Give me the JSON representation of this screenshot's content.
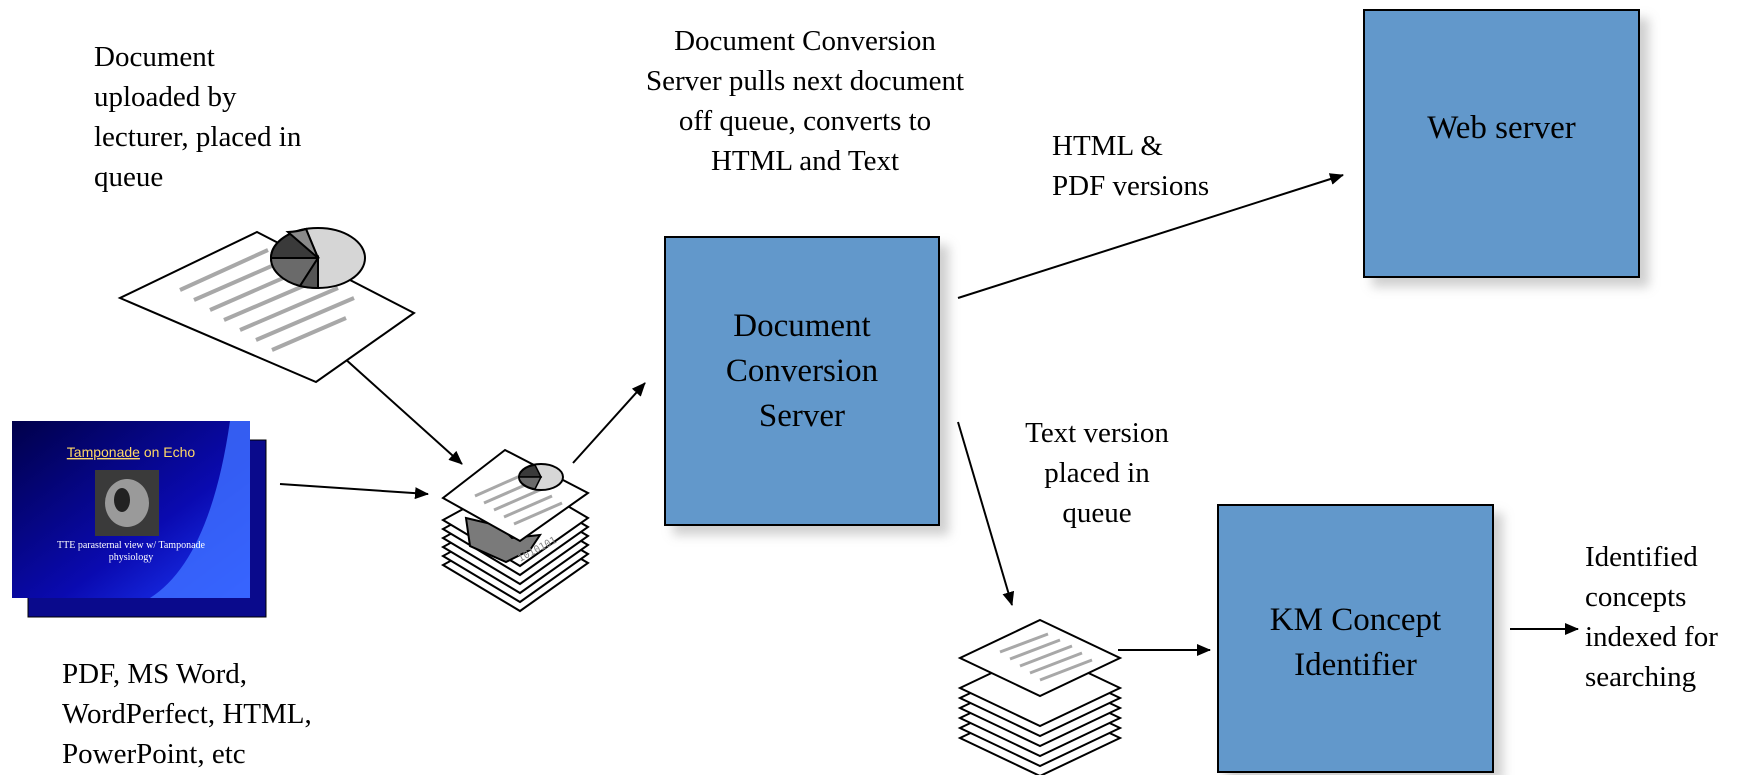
{
  "labels": {
    "upload": "Document\nuploaded by\nlecturer, placed in\nqueue",
    "formats": "PDF, MS Word,\nWordPerfect, HTML,\nPowerPoint, etc",
    "conversion_step": "Document Conversion\nServer pulls next document\noff queue, converts to\nHTML and Text",
    "html_pdf": "HTML &\nPDF versions",
    "text_queue": "Text version\nplaced in\nqueue",
    "identified": "Identified\nconcepts\nindexed for\nsearching"
  },
  "boxes": {
    "conversion_server": "Document\nConversion\nServer",
    "web_server": "Web server",
    "km_identifier": "KM Concept\nIdentifier"
  },
  "slide": {
    "title_underlined": "Tamponade",
    "title_rest": " on Echo",
    "caption_line1": "TTE parasternal view w/ Tamponade",
    "caption_line2": "physiology"
  },
  "colors": {
    "box_fill": "#6298cb",
    "slide_bg": "#0a0a8c",
    "slide_accent": "#3c6cff",
    "slide_title": "#ffd966"
  }
}
